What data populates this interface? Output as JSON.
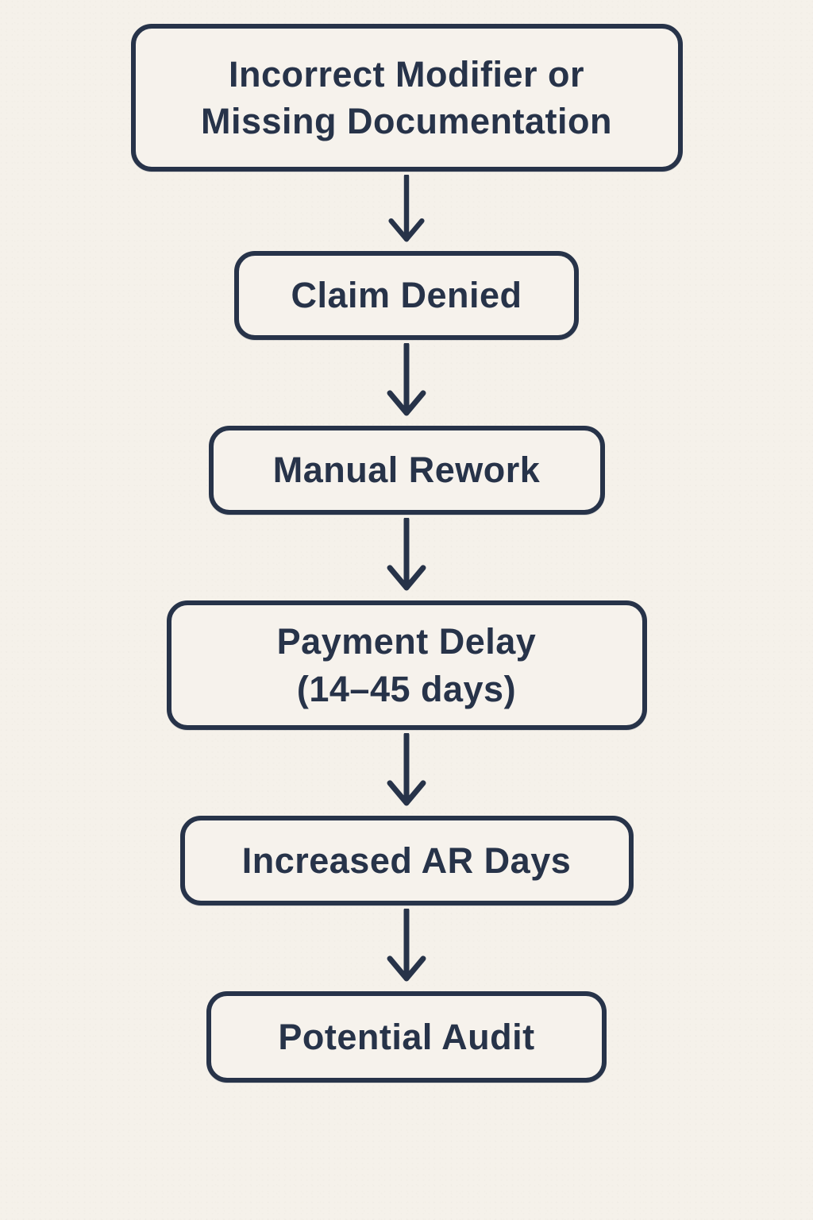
{
  "diagram": {
    "type": "flowchart",
    "direction": "top-down",
    "nodes": [
      {
        "id": "incorrect-modifier",
        "label": "Incorrect Modifier or\nMissing Documentation"
      },
      {
        "id": "claim-denied",
        "label": "Claim Denied"
      },
      {
        "id": "manual-rework",
        "label": "Manual Rework"
      },
      {
        "id": "payment-delay",
        "label": "Payment Delay\n(14–45 days)"
      },
      {
        "id": "increased-ar-days",
        "label": "Increased AR Days"
      },
      {
        "id": "potential-audit",
        "label": "Potential Audit"
      }
    ],
    "edges": [
      {
        "from": "incorrect-modifier",
        "to": "claim-denied"
      },
      {
        "from": "claim-denied",
        "to": "manual-rework"
      },
      {
        "from": "manual-rework",
        "to": "payment-delay"
      },
      {
        "from": "payment-delay",
        "to": "increased-ar-days"
      },
      {
        "from": "increased-ar-days",
        "to": "potential-audit"
      }
    ],
    "colors": {
      "ink": "#273349",
      "background": "#f5f1ea",
      "box_background": "#f6f2ec"
    }
  }
}
